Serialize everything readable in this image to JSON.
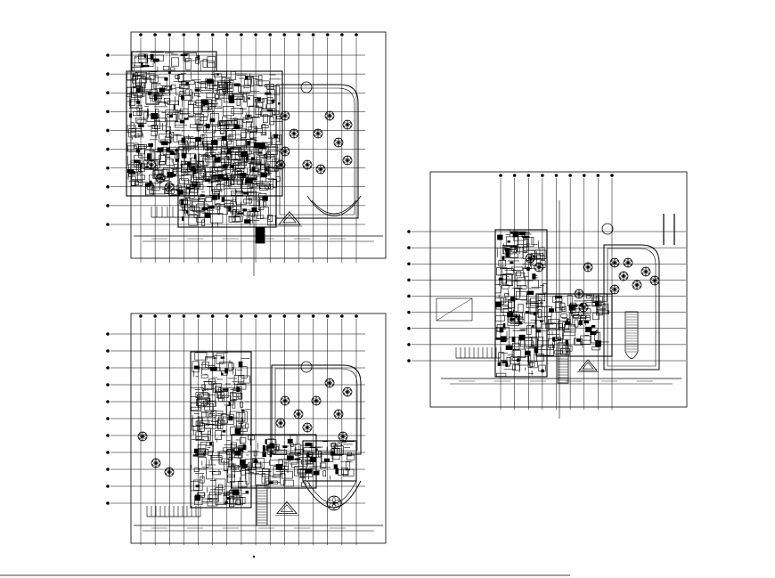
{
  "drawing": {
    "plans": [
      {
        "id": "plan-upper-left",
        "axis_columns": 16,
        "axis_rows": 10,
        "tree_count": 14,
        "parking_stalls": 10
      },
      {
        "id": "plan-lower-left",
        "axis_columns": 16,
        "axis_rows": 11,
        "tree_count": 12,
        "parking_stalls": 12
      },
      {
        "id": "plan-right",
        "axis_columns": 9,
        "axis_rows": 9,
        "tree_count": 12,
        "parking_stalls": 10
      }
    ]
  },
  "colors": {
    "line": "#000000",
    "background": "#ffffff"
  }
}
